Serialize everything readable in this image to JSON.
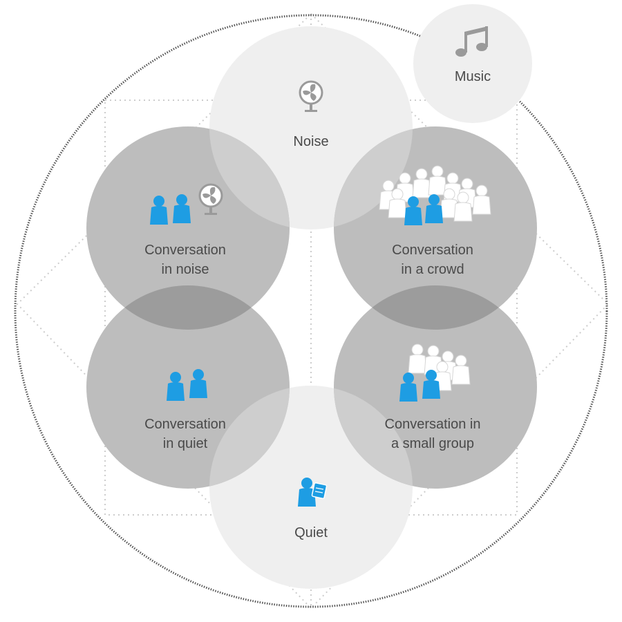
{
  "colors": {
    "accent": "#1e9de3",
    "light_circle": "#efefef",
    "dark_circle": "#bdbdbd",
    "overlap": "#9c9c9c",
    "ring": "#555555",
    "dotted": "#cccccc",
    "label": "#4a4a4a"
  },
  "environments": {
    "music": {
      "label": "Music",
      "icon": "music-note-icon"
    },
    "noise": {
      "label": "Noise",
      "icon": "fan-icon"
    },
    "quiet": {
      "label": "Quiet",
      "icon": "person-reading-icon"
    },
    "conv_noise": {
      "line1": "Conversation",
      "line2": "in noise",
      "icon": "two-people-with-fan-icon"
    },
    "conv_crowd": {
      "line1": "Conversation",
      "line2": "in a crowd",
      "icon": "crowd-icon"
    },
    "conv_quiet": {
      "line1": "Conversation",
      "line2": "in quiet",
      "icon": "two-people-icon"
    },
    "conv_small": {
      "line1": "Conversation in",
      "line2": "a small group",
      "icon": "small-group-icon"
    }
  }
}
